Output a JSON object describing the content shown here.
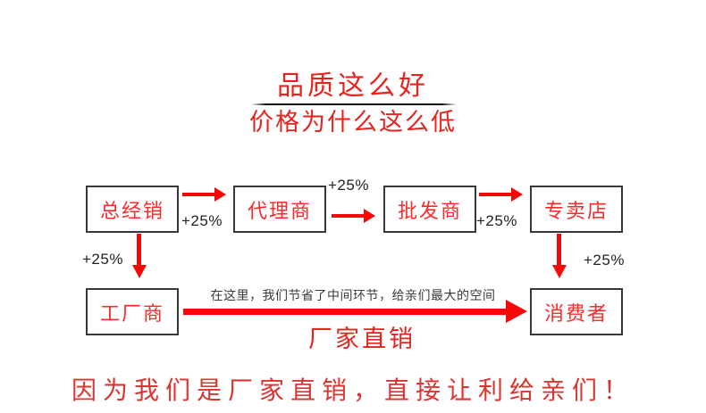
{
  "header": {
    "title": "品质这么好",
    "subtitle": "价格为什么这么低"
  },
  "flow": {
    "top_row": [
      {
        "label": "总经销"
      },
      {
        "label": "代理商"
      },
      {
        "label": "批发商"
      },
      {
        "label": "专卖店"
      }
    ],
    "bottom_row": [
      {
        "label": "工厂商"
      },
      {
        "label": "消费者"
      }
    ],
    "markup_label": "+25%",
    "note": "在这里，我们节省了中间环节，给亲们最大的空间",
    "direct_sale_label": "厂家直销"
  },
  "footer": {
    "slogan": "因为我们是厂家直销，直接让利给亲们！"
  },
  "colors": {
    "title_red": "#e7231c",
    "box_text_red": "#fd2a2a",
    "arrow_red": "#f70808",
    "note_gray": "#3a3a3a",
    "slogan_red": "#da3530",
    "border_dark": "#383838"
  }
}
